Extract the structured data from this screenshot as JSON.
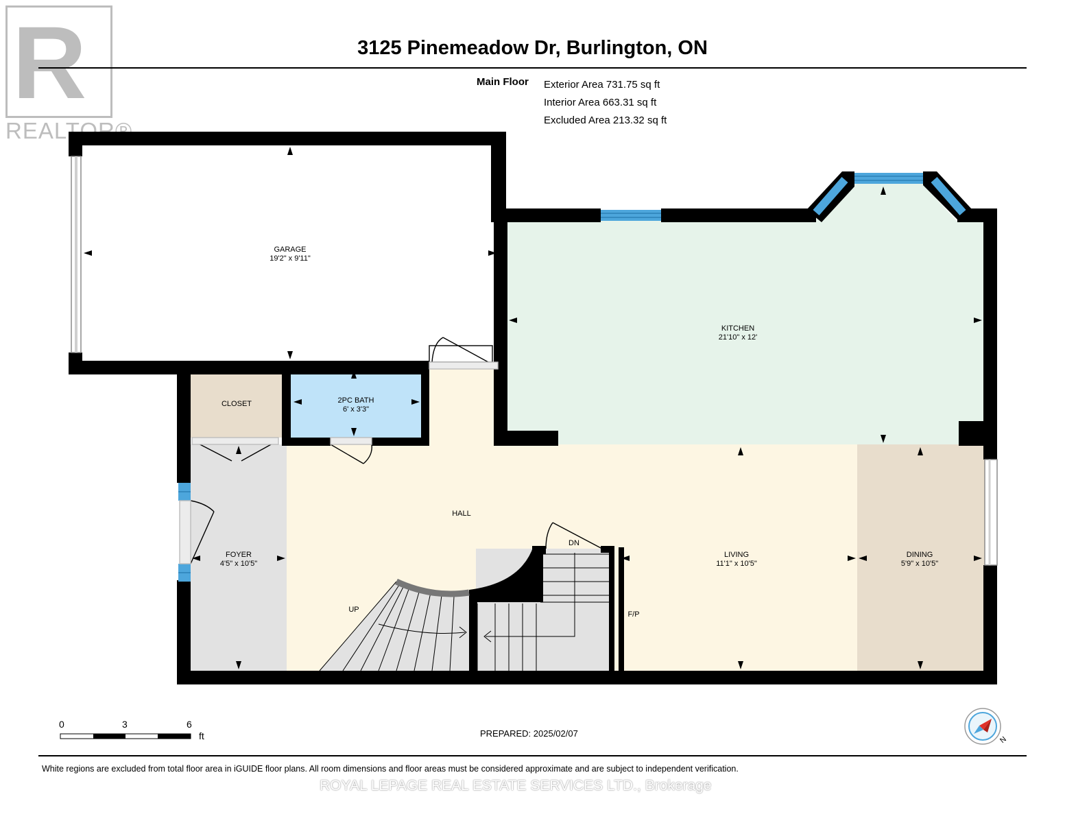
{
  "logo": {
    "letter": "R",
    "text": "REALTOR®"
  },
  "title": "3125 Pinemeadow Dr, Burlington, ON",
  "floor": {
    "label": "Main Floor",
    "areas": [
      "Exterior Area 731.75 sq ft",
      "Interior Area 663.31 sq ft",
      "Excluded Area 213.32 sq ft"
    ]
  },
  "rooms": {
    "garage": {
      "name": "GARAGE",
      "dims": "19'2\" x 9'11\""
    },
    "kitchen": {
      "name": "KITCHEN",
      "dims": "21'10\" x 12'"
    },
    "closet": {
      "name": "CLOSET"
    },
    "bath": {
      "name": "2PC BATH",
      "dims": "6' x 3'3\""
    },
    "hall": {
      "name": "HALL"
    },
    "foyer": {
      "name": "FOYER",
      "dims": "4'5\" x 10'5\""
    },
    "living": {
      "name": "LIVING",
      "dims": "11'1\" x 10'5\""
    },
    "dining": {
      "name": "DINING",
      "dims": "5'9\" x 10'5\""
    }
  },
  "labels": {
    "up": "UP",
    "dn": "DN",
    "fp": "F/P"
  },
  "scale": {
    "ticks": [
      "0",
      "3",
      "6"
    ],
    "unit": "ft"
  },
  "prepared": "PREPARED: 2025/02/07",
  "compass_letter": "N",
  "disclaimer": "White regions are excluded from total floor area in iGUIDE floor plans. All room dimensions and floor areas must be considered approximate and are subject to independent verification.",
  "brokerage": "ROYAL LEPAGE REAL ESTATE SERVICES LTD., Brokerage",
  "colors": {
    "kitchen": "#e6f3ea",
    "bath": "#bfe3f9",
    "closet": "#e8ddcc",
    "foyer": "#e2e2e2",
    "hall": "#fdf6e3",
    "dining": "#e8ddcc",
    "stairs": "#e2e2e2",
    "window": "#4da6dc",
    "wall": "#000000"
  }
}
